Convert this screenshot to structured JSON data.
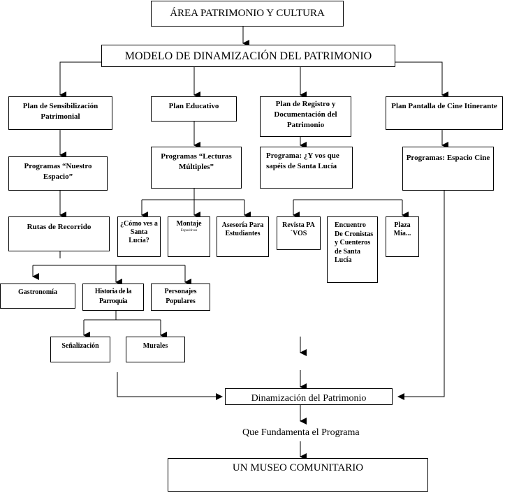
{
  "diagram": {
    "top": "ÁREA PATRIMONIO Y  CULTURA",
    "model": "MODELO DE DINAMIZACIÓN DEL PATRIMONIO",
    "plans": {
      "sensibilizacion": "Plan de Sensibilización Patrimonial",
      "educativo": "Plan Educativo",
      "registro": "Plan de Registro y Documentación del Patrimonio",
      "cine": "Plan Pantalla de Cine Itinerante"
    },
    "programs": {
      "nuestro_espacio": "Programas “Nuestro Espacio”",
      "lecturas": "Programas “Lecturas Múltiples”",
      "yvos": "Programa: ¿Y vos que sapéis de Santa Lucía",
      "espacio_cine": "Programas: Espacio Cine"
    },
    "rutas": "Rutas de Recorrido",
    "rutas_children": {
      "gastronomia": "Gastronomía",
      "historia": "Historia de la Parroquia",
      "personajes": "Personajes Populares"
    },
    "historia_children": {
      "senalizacion": "Señalización",
      "murales": "Murales"
    },
    "lecturas_children": {
      "como_ves": "¿Cómo ves a Santa Lucía?",
      "montaje": "Montaje",
      "montaje_sub": "Expositivos",
      "asesoria": "Asesoría Para Estudiantes"
    },
    "yvos_children": {
      "revista": "Revista PA´VOS",
      "encuentro": "Encuentro De Cronistas y Cuenteros de Santa Lucía",
      "plaza": "Plaza Mía..."
    },
    "dinamizacion": "Dinamización del Patrimonio",
    "fundamenta": "Que Fundamenta el Programa",
    "museo": "UN MUSEO COMUNITARIO"
  }
}
